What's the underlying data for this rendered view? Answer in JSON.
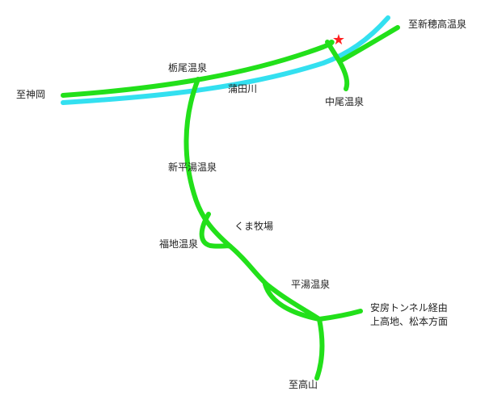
{
  "colors": {
    "road": "#22e01a",
    "river": "#33e0f0",
    "marker": "#ff2020",
    "text": "#222222",
    "background": "#ffffff"
  },
  "marker": {
    "icon": "star-icon",
    "glyph": "★"
  },
  "labels": {
    "to_shinhotaka": "至新穂高温泉",
    "tochio": "栃尾温泉",
    "gamata_river": "蒲田川",
    "nakao": "中尾温泉",
    "to_kamioka": "至神岡",
    "shin_hirayu": "新平湯温泉",
    "kuma_farm": "くま牧場",
    "fukuji": "福地温泉",
    "hirayu": "平湯温泉",
    "abo_line1": "安房トンネル経由",
    "abo_line2": "上高地、松本方面",
    "to_takayama": "至高山"
  }
}
